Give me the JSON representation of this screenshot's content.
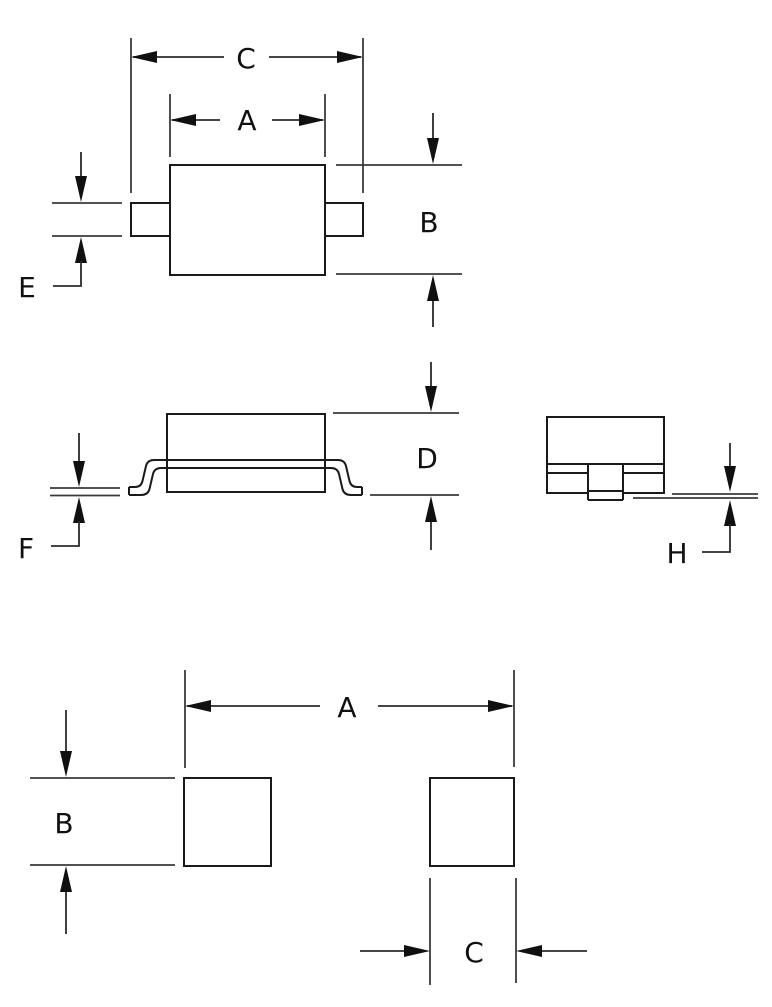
{
  "diagram": {
    "type": "component-package-outline-drawing",
    "line_color": "#1a1a1a",
    "background_color": "#ffffff",
    "top_view": {
      "label_c": "C",
      "label_a": "A",
      "label_b": "B",
      "label_e": "E"
    },
    "side_view": {
      "label_d": "D",
      "label_f": "F"
    },
    "end_view": {
      "label_h": "H"
    },
    "land_pattern": {
      "label_a": "A",
      "label_b": "B",
      "label_c": "C"
    }
  }
}
